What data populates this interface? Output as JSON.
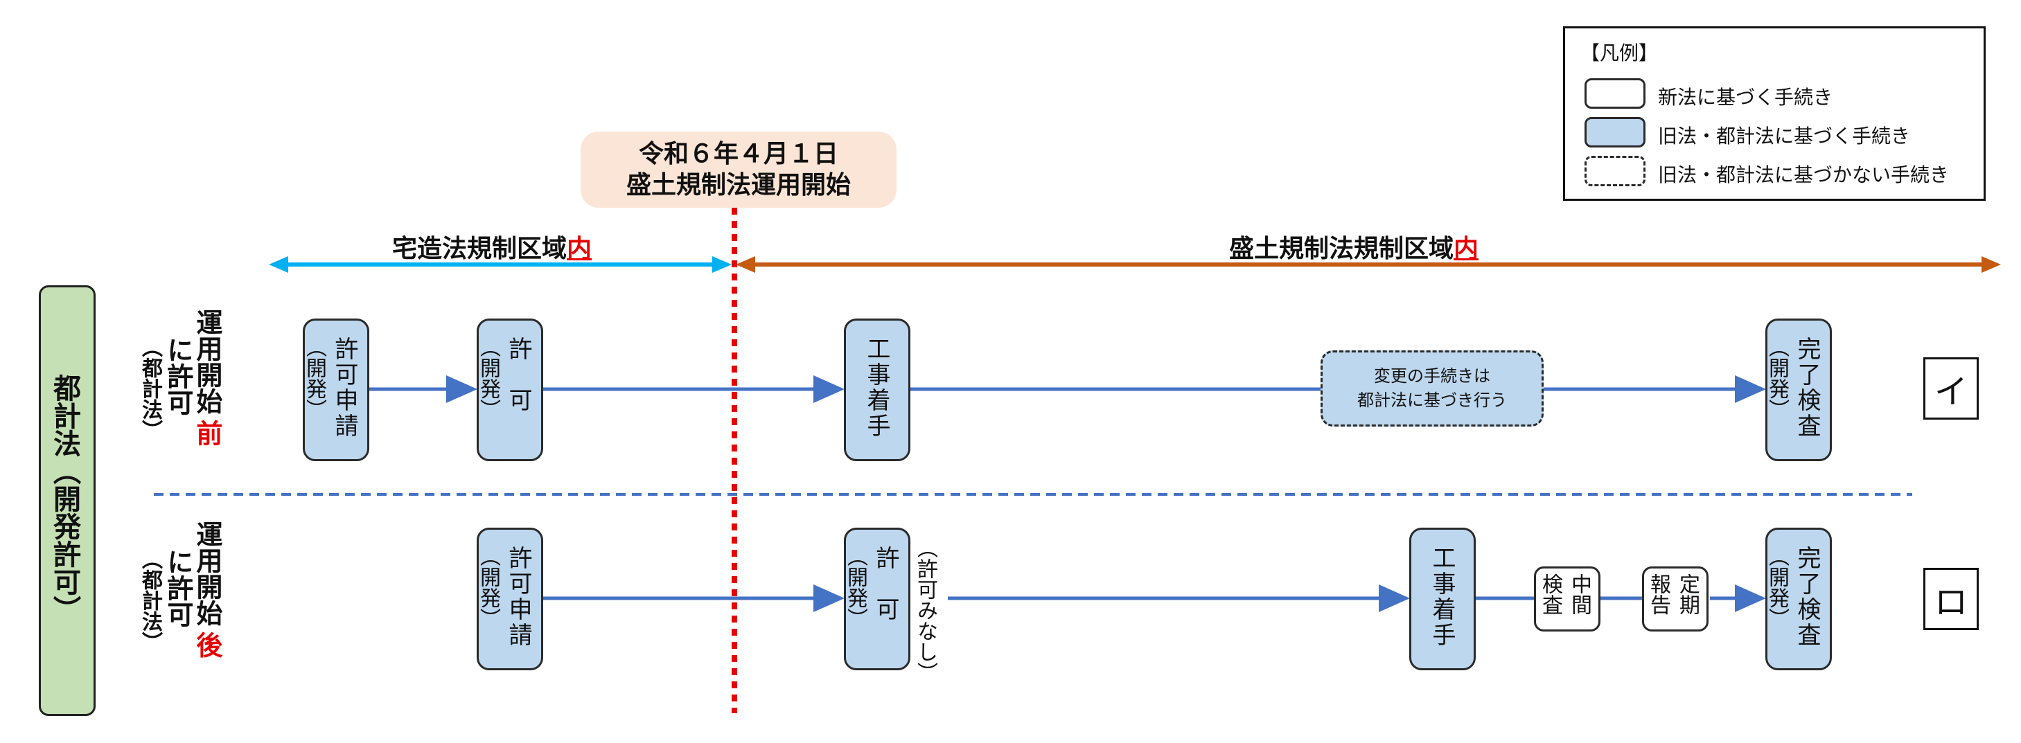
{
  "legend": {
    "title": "【凡例】",
    "items": [
      {
        "label": "新法に基づく手続き",
        "style": "white"
      },
      {
        "label": "旧法・都計法に基づく手続き",
        "style": "blue"
      },
      {
        "label": "旧法・都計法に基づかない手続き",
        "style": "dashed"
      }
    ]
  },
  "start_date": {
    "line1": "令和６年４月１日",
    "line2": "盛土規制法運用開始"
  },
  "zones": {
    "left": {
      "label": "宅造法規制区域",
      "suffix": "内",
      "color": "#00b0f0"
    },
    "right": {
      "label": "盛土規制法規制区域",
      "suffix": "内",
      "color": "#c55a11"
    }
  },
  "sidebar": {
    "label": "都計法（開発許可）",
    "color": "#c5e0b4"
  },
  "rows": [
    {
      "label_a": "運用開始",
      "label_b": "前",
      "label_c": "に許可",
      "sub": "（都計法）",
      "marker": "イ",
      "nodes": {
        "apply_main": "許可申請",
        "apply_sub": "（開発）",
        "permit_main": "許　可",
        "permit_sub": "（開発）",
        "start": "工事着手",
        "change_line1": "変更の手続きは",
        "change_line2": "都計法に基づき行う",
        "complete_main": "完了検査",
        "complete_sub": "（開発）"
      }
    },
    {
      "label_a": "運用開始",
      "label_b": "後",
      "label_c": "に許可",
      "sub": "（都計法）",
      "marker": "ロ",
      "nodes": {
        "apply_main": "許可申請",
        "apply_sub": "（開発）",
        "permit_main": "許　可",
        "permit_sub": "（開発）",
        "deemed": "（許可みなし）",
        "start": "工事着手",
        "interim_a": "中間",
        "interim_b": "検査",
        "periodic_a": "定期",
        "periodic_b": "報告",
        "complete_main": "完了検査",
        "complete_sub": "（開発）"
      }
    }
  ],
  "colors": {
    "flow_arrow": "#4472c4",
    "divider": "#4472c4",
    "start_line": "#e60000",
    "blue_box": "#bdd7ee",
    "date_box": "#fbe5d6"
  }
}
